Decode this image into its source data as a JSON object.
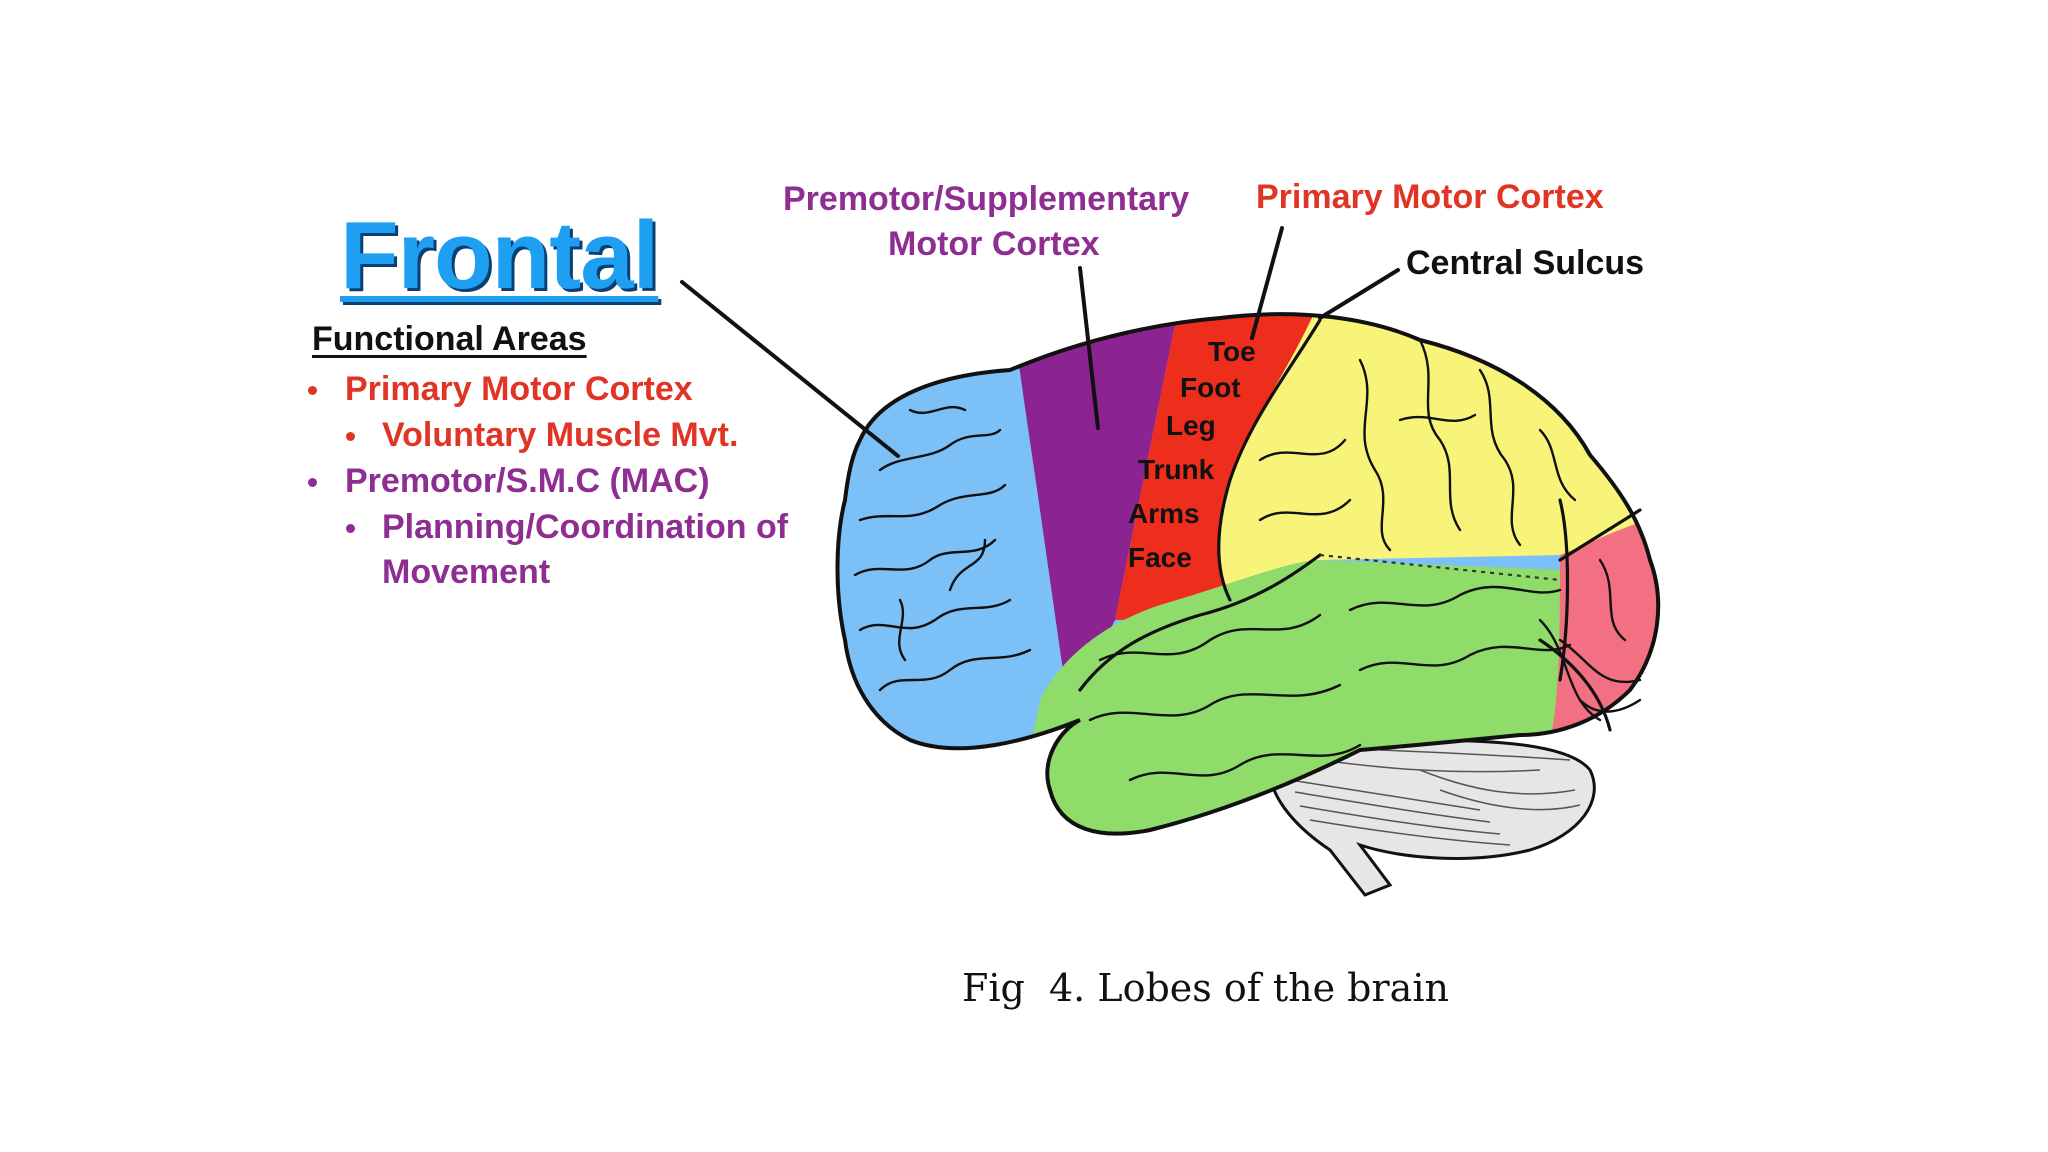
{
  "title": "Frontal",
  "functional_areas": {
    "heading": "Functional Areas",
    "items": [
      {
        "label": "Primary Motor Cortex",
        "sub": [
          "Voluntary Muscle Mvt."
        ]
      },
      {
        "label": "Premotor/S.M.C (MAC)",
        "sub": [
          "Planning/Coordination of",
          "Movement"
        ]
      }
    ]
  },
  "callouts": {
    "premotor_line1": "Premotor/Supplementary",
    "premotor_line2": "Motor Cortex",
    "primary_motor": "Primary Motor Cortex",
    "central_sulcus": "Central Sulcus"
  },
  "motor_map": [
    "Toe",
    "Foot",
    "Leg",
    "Trunk",
    "Arms",
    "Face"
  ],
  "caption": "Fig  4. Lobes of the brain",
  "colors": {
    "frontal": "#7cc0f8",
    "premotor": "#8b2390",
    "primary_motor": "#ee2e1c",
    "parietal": "#f8f47a",
    "temporal": "#8fdc6b",
    "occipital": "#f27082",
    "cerebellum": "#e6e6e6",
    "title": "#1e9ff2",
    "red_text": "#e03524",
    "purple_text": "#8e2d92"
  }
}
